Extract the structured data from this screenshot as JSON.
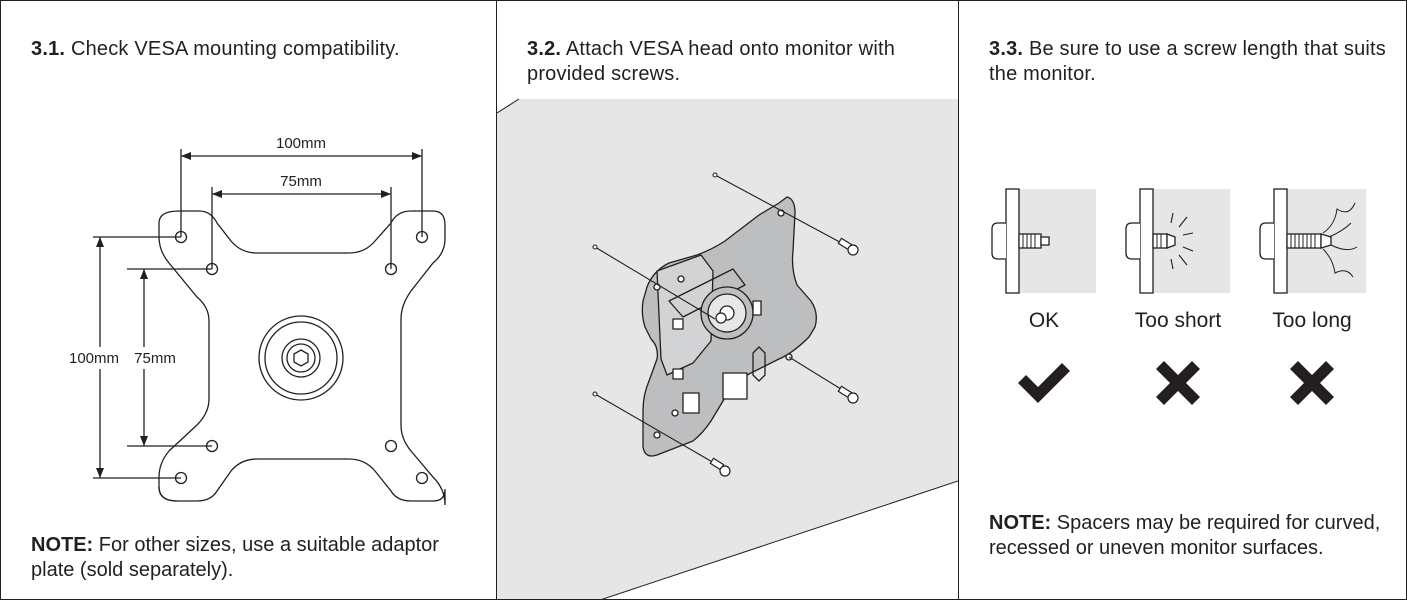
{
  "panels": [
    {
      "step_number": "3.1.",
      "step_text": "Check VESA mounting compatibility.",
      "dimensions": {
        "outer_width": "100mm",
        "inner_width": "75mm",
        "outer_height": "100mm",
        "inner_height": "75mm"
      },
      "note_label": "NOTE:",
      "note_text": "For other sizes, use a suitable adaptor plate (sold separately)."
    },
    {
      "step_number": "3.2.",
      "step_text": "Attach VESA head onto monitor with provided screws."
    },
    {
      "step_number": "3.3.",
      "step_text": "Be sure to use a screw length that suits the monitor.",
      "examples": [
        {
          "label": "OK",
          "verdict_icon": "check-icon"
        },
        {
          "label": "Too short",
          "verdict_icon": "cross-icon"
        },
        {
          "label": "Too long",
          "verdict_icon": "cross-icon"
        }
      ],
      "note_label": "NOTE:",
      "note_text": "Spacers may be required for curved, recessed or uneven monitor surfaces."
    }
  ],
  "colors": {
    "ink": "#231f20",
    "wall": "#e6e6e6",
    "plate": "#bcbec0"
  }
}
